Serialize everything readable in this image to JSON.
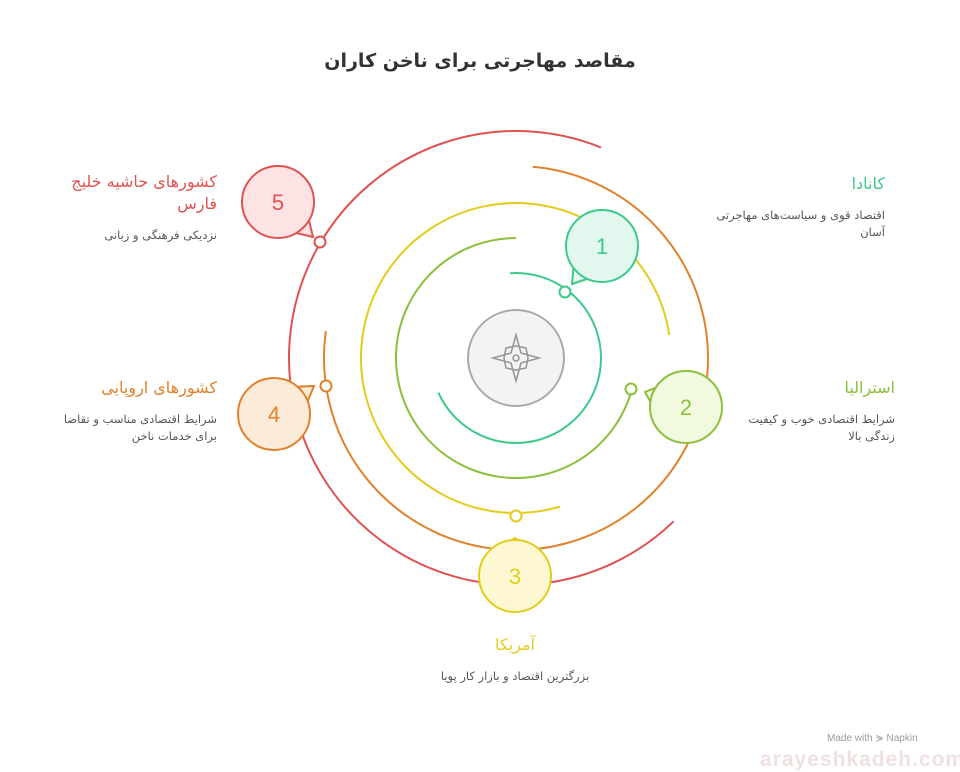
{
  "title": "مقاصد مهاجرتی برای ناخن کاران",
  "colors": {
    "c1": "#3cc98a",
    "c2": "#8cbf3a",
    "c3": "#e2cc1c",
    "c4": "#e0812c",
    "c5": "#e05252"
  },
  "items": [
    {
      "num": "1",
      "title": "کانادا",
      "desc": "اقتصاد قوی و سیاست‌های مهاجرتی آسان"
    },
    {
      "num": "2",
      "title": "استرالیا",
      "desc": "شرایط اقتصادی خوب و کیفیت زندگی بالا"
    },
    {
      "num": "3",
      "title": "آمریکا",
      "desc": "بزرگترین اقتصاد و بازار کار پویا"
    },
    {
      "num": "4",
      "title": "کشورهای اروپایی",
      "desc": "شرایط اقتصادی مناسب و تقاضا برای خدمات ناخن"
    },
    {
      "num": "5",
      "title": "کشورهای حاشیه خلیج فارس",
      "desc": "نزدیکی فرهنگی و زبانی"
    }
  ],
  "center_icon": "compass-star-icon",
  "credit": "Made with ⋟ Napkin",
  "watermark": "arayeshkadeh.com"
}
